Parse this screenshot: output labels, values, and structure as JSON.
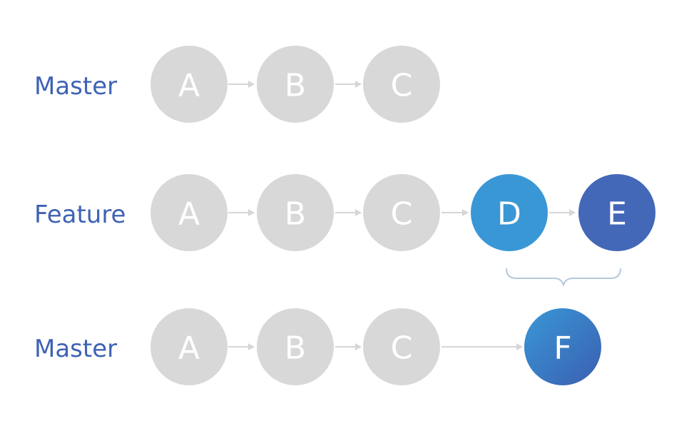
{
  "rows": [
    {
      "label": "Master",
      "nodes": [
        "A",
        "B",
        "C"
      ]
    },
    {
      "label": "Feature",
      "nodes": [
        "A",
        "B",
        "C",
        "D",
        "E"
      ]
    },
    {
      "label": "Master",
      "nodes": [
        "A",
        "B",
        "C",
        "F"
      ]
    }
  ],
  "colors": {
    "label_text": "#3e62b5",
    "node_gray": "#d8d8d8",
    "arrow_gray": "#d6d6d6",
    "node_d": "#3a97d6",
    "node_e": "#4468b8",
    "node_f_start": "#3a97d6",
    "node_f_end": "#3a5fb0",
    "brace": "#b6c8dd"
  }
}
